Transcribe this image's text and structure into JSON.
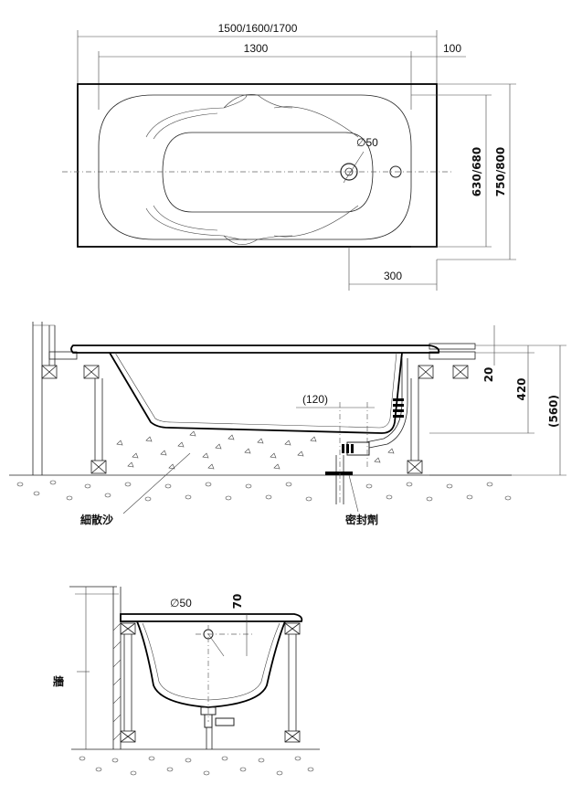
{
  "top_view": {
    "overall_length": "1500/1600/1700",
    "inner_length": "1300",
    "end_offset": "100",
    "inner_width": "630/680",
    "overall_width": "750/800",
    "drain_offset": "300",
    "drain_diameter": "∅50"
  },
  "side_view": {
    "rim_thickness": "20",
    "inner_depth": "420",
    "drain_offset": "(120)",
    "total_height": "(560)",
    "sand_label": "細散沙",
    "sealant_label": "密封劑"
  },
  "end_view": {
    "drain_diameter": "∅50",
    "drain_depth": "70",
    "wall_label": "牆"
  }
}
